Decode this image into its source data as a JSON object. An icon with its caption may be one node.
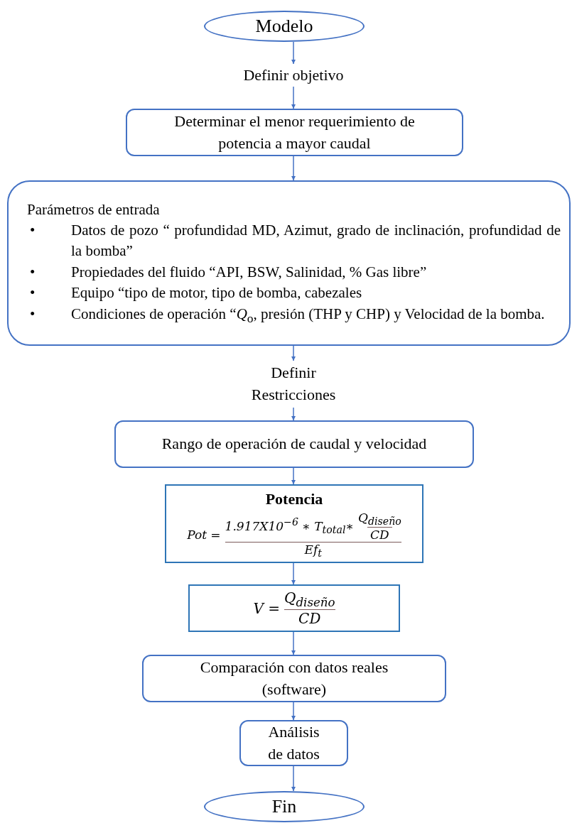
{
  "diagram": {
    "nodes": [
      {
        "text": [
          "Modelo"
        ]
      },
      {
        "text": [
          "Definir objetivo"
        ]
      },
      {
        "text": [
          "Determinar el menor requerimiento de potencia a mayor caudal"
        ]
      },
      {
        "text": [
          "Parámetros de entrada",
          "•",
          "Datos de pozo “ profundidad MD, Azimut, grado de inclinación, profundidad de la bomba”",
          "•",
          "Propiedades del fluido “API, BSW, Salinidad, % Gas libre”",
          "•",
          "Equipo “tipo de motor, tipo de bomba, cabezales",
          "•",
          "Condiciones de operación “*Q*$_{o}$, presión (THP y CHP) y Velocidad de la bomba."
        ]
      },
      {
        "text": [
          "Definir Restricciones"
        ]
      },
      {
        "text": [
          "Rango de operación de caudal y velocidad"
        ]
      },
      {
        "text": [
          "Potencia",
          "Pot =",
          "1.917X10$^{−6}$ ∗ T$_{total}$∗",
          "Q$_{diseño}$",
          "CD",
          "Ef$_{t}$"
        ]
      },
      {
        "text": [
          "V =",
          "Q$_{diseño}$",
          "CD"
        ]
      },
      {
        "text": [
          "Comparación con datos reales (software)"
        ]
      },
      {
        "text": [
          "Análisis de datos"
        ]
      },
      {
        "text": [
          "Fin"
        ]
      }
    ],
    "edges": [
      {
        "from": 0,
        "to": 1,
        "arrow": "to"
      },
      {
        "from": 1,
        "to": 2,
        "arrow": "to"
      },
      {
        "from": 2,
        "to": 3,
        "arrow": "to"
      },
      {
        "from": 3,
        "to": 4,
        "arrow": "to"
      },
      {
        "from": 4,
        "to": 5,
        "arrow": "to"
      },
      {
        "from": 5,
        "to": 6,
        "arrow": "to"
      },
      {
        "from": 6,
        "to": 7,
        "arrow": "to"
      },
      {
        "from": 7,
        "to": 8,
        "arrow": "to"
      },
      {
        "from": 8,
        "to": 9,
        "arrow": "to"
      },
      {
        "from": 9,
        "to": 10,
        "arrow": "to"
      }
    ]
  }
}
